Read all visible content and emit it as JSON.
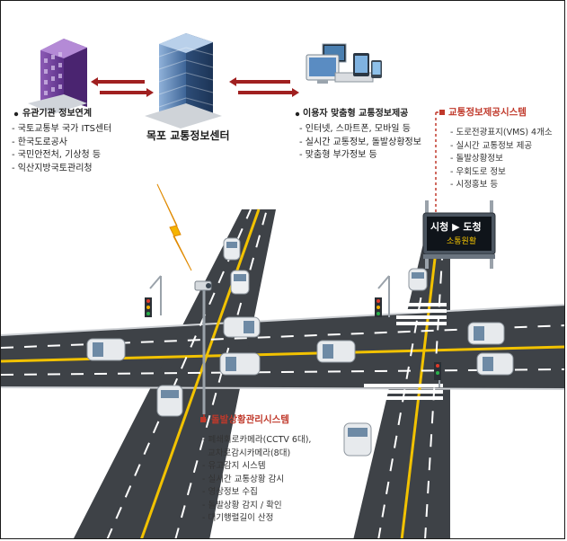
{
  "center": {
    "title": "목포 교통정보센터"
  },
  "left": {
    "heading": "유관기관 정보연계",
    "items": [
      "국토교통부 국가 ITS센터",
      "한국도로공사",
      "국민안전처, 기상청 등",
      "익산지방국토관리청"
    ]
  },
  "right": {
    "heading": "이용자 맞춤형 교통정보제공",
    "items": [
      "인터넷, 스마트폰, 모바일 등",
      "실시간 교통정보, 돌발상황정보",
      "맞춤형 부가정보 등"
    ]
  },
  "vms": {
    "heading": "교통정보제공시스템",
    "items": [
      "도로전광표지(VMS) 4개소",
      "실시간 교통정보 제공",
      "돌발상황정보",
      "우회도로 정보",
      "시정홍보 등"
    ],
    "sign_line1": "시청 ▶ 도청",
    "sign_line2": "소통원활"
  },
  "incident": {
    "heading": "돌발상황관리시스템",
    "items": [
      "폐쇄회로카메라(CCTV 6대),",
      "교차로감시카메라(8대)",
      "유고감지 시스템",
      "실시간 교통상황 감시",
      "영상정보 수집",
      "돌발상황 감지 / 확인",
      "대기행렬길이 산정"
    ]
  },
  "colors": {
    "accent": "#c0392b",
    "arrow": "#a02020",
    "road": "#3e4247",
    "lane": "#f2c200"
  }
}
